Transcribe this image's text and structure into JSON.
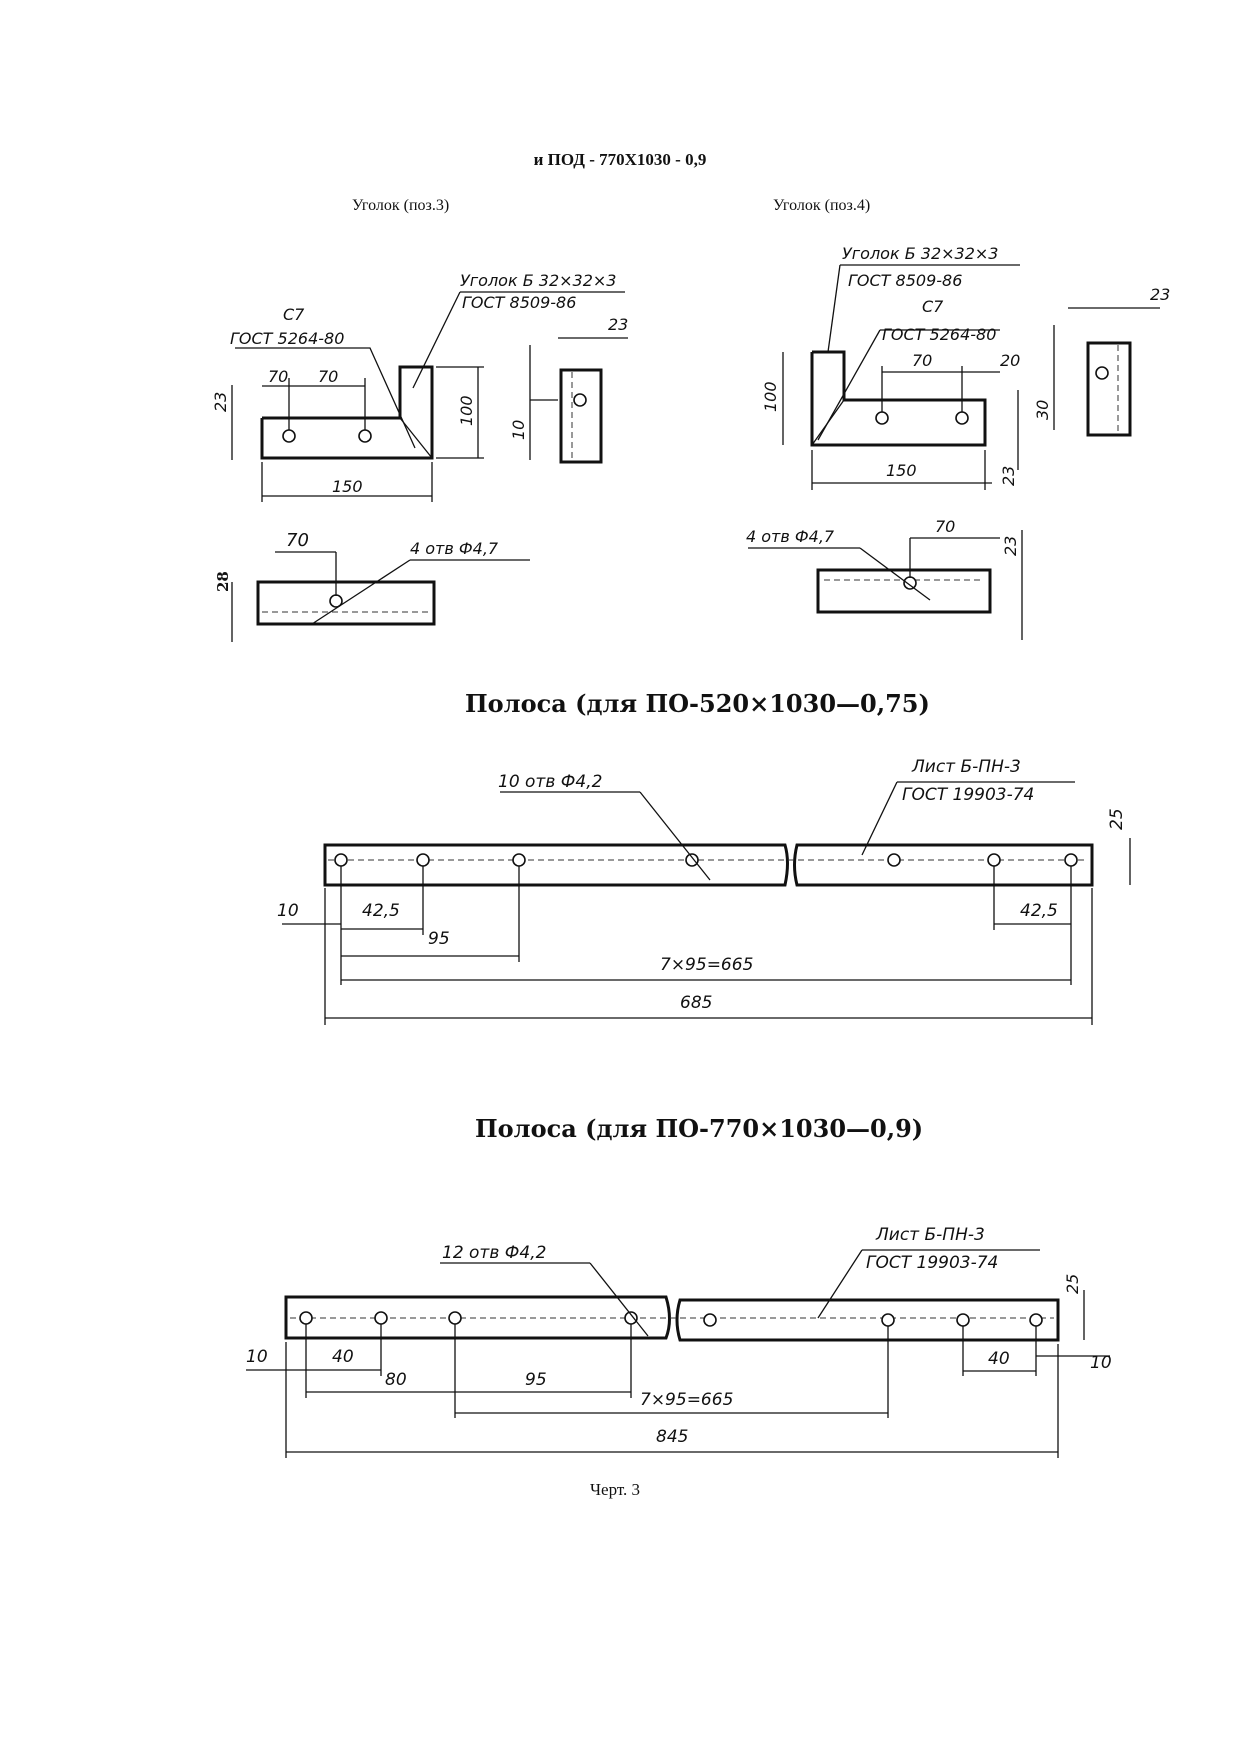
{
  "header": {
    "title": "и ПОД - 770Х1030 - 0,9"
  },
  "angle3": {
    "title": "Уголок (поз.3)",
    "material_line1": "Уголок Б 32×32×3",
    "material_line2": "ГОСТ 8509-86",
    "steel_line1": "С7",
    "steel_line2": "ГОСТ 5264-80",
    "dims": [
      "70",
      "70",
      "23",
      "100",
      "150",
      "23",
      "10",
      "70",
      "28"
    ],
    "holes_note": "4 отв Ф4,7"
  },
  "angle4": {
    "title": "Уголок (поз.4)",
    "material_line1": "Уголок Б 32×32×3",
    "material_line2": "ГОСТ 8509-86",
    "steel_line1": "С7",
    "steel_line2": "ГОСТ 5264-80",
    "dims": [
      "23",
      "70",
      "20",
      "100",
      "150",
      "23",
      "30",
      "70",
      "23"
    ],
    "holes_note": "4 отв Ф4,7"
  },
  "strip1": {
    "title": "Полоса (для ПО-520×1030—0,75)",
    "holes_note": "10 отв Ф4,2",
    "material_line1": "Лист Б-ПН-3",
    "material_line2": "ГОСТ 19903-74",
    "dims": [
      "25",
      "10",
      "42,5",
      "95",
      "42,5",
      "7×95=665",
      "685"
    ]
  },
  "strip2": {
    "title": "Полоса (для ПО-770×1030—0,9)",
    "holes_note": "12 отв Ф4,2",
    "material_line1": "Лист Б-ПН-3",
    "material_line2": "ГОСТ 19903-74",
    "dims": [
      "25",
      "10",
      "40",
      "80",
      "95",
      "7×95=665",
      "40",
      "10",
      "845"
    ]
  },
  "caption": "Черт. 3"
}
